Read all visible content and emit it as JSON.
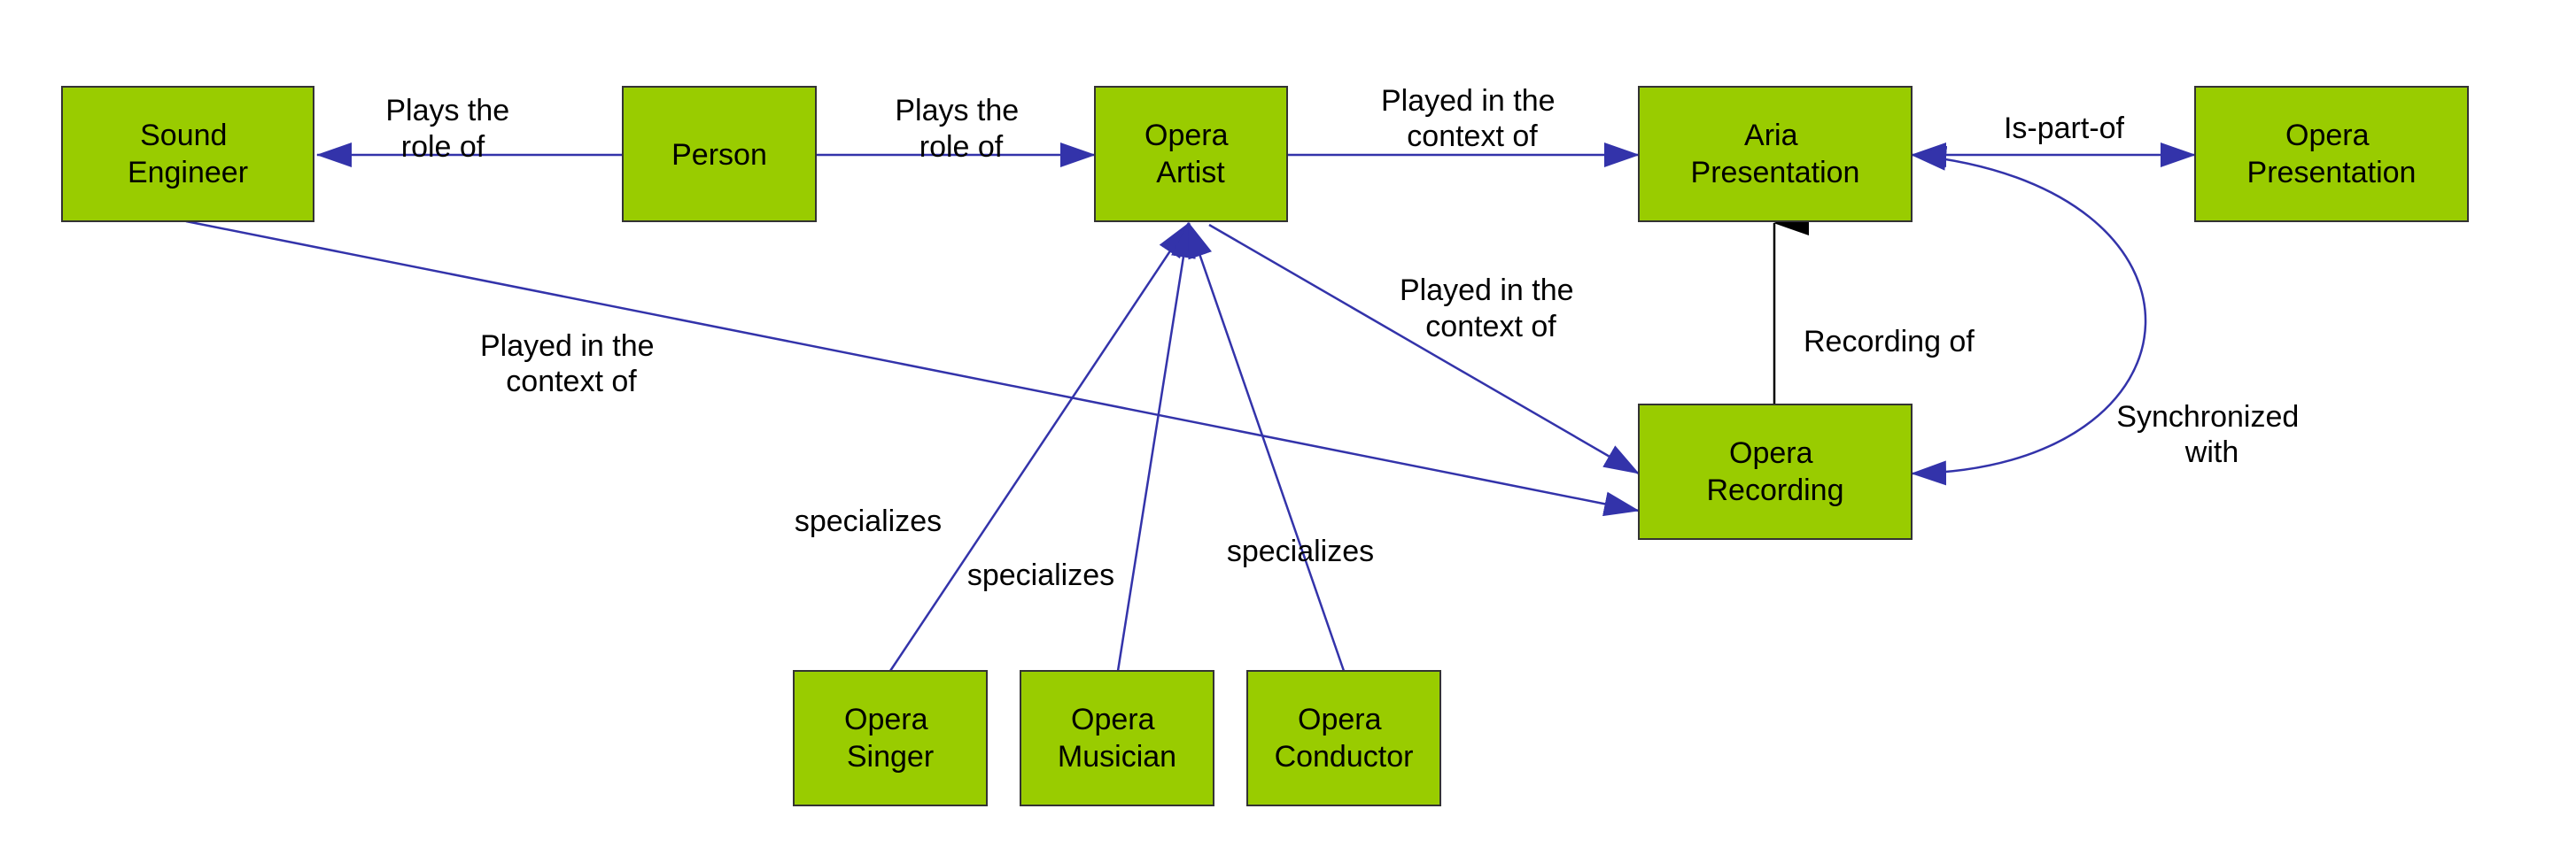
{
  "colors": {
    "node_fill": "#99CC00",
    "node_border": "#333333",
    "edge": "#3333AA",
    "edge_black": "#000000"
  },
  "nodes": {
    "sound_engineer": [
      "Sound",
      "Engineer"
    ],
    "person": [
      "Person"
    ],
    "opera_artist": [
      "Opera",
      "Artist"
    ],
    "aria_presentation": [
      "Aria",
      "Presentation"
    ],
    "opera_presentation": [
      "Opera",
      "Presentation"
    ],
    "opera_recording": [
      "Opera",
      "Recording"
    ],
    "opera_singer": [
      "Opera",
      "Singer"
    ],
    "opera_musician": [
      "Opera",
      "Musician"
    ],
    "opera_conductor": [
      "Opera",
      "Conductor"
    ]
  },
  "edges": {
    "person_to_sound_engineer": [
      "Plays the",
      "role of"
    ],
    "person_to_opera_artist": [
      "Plays the",
      "role of"
    ],
    "artist_to_aria": [
      "Played in the",
      "context of"
    ],
    "aria_opera_presentation": [
      "Is-part-of"
    ],
    "artist_to_recording": [
      "Played in the",
      "context of"
    ],
    "engineer_to_recording": [
      "Played in the",
      "context of"
    ],
    "recording_to_aria": [
      "Recording of"
    ],
    "aria_recording_sync": [
      "Synchronized",
      "with"
    ],
    "singer_to_artist": [
      "specializes"
    ],
    "musician_to_artist": [
      "specializes"
    ],
    "conductor_to_artist": [
      "specializes"
    ]
  }
}
